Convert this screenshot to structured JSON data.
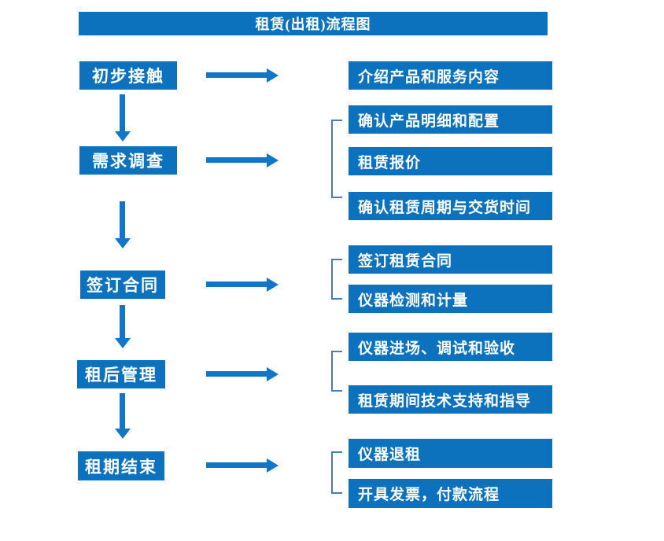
{
  "title": "租赁(出租)流程图",
  "colors": {
    "box_blue": "#0d72bd",
    "arrow_blue": "#1175c8",
    "bracket_blue": "#4a7cba",
    "text_white": "#ffffff",
    "background": "#ffffff"
  },
  "stages": [
    {
      "label": "初步接触",
      "outputs": [
        "介绍产品和服务内容"
      ]
    },
    {
      "label": "需求调查",
      "outputs": [
        "确认产品明细和配置",
        "租赁报价",
        "确认租赁周期与交货时间"
      ]
    },
    {
      "label": "签订合同",
      "outputs": [
        "签订租赁合同",
        "仪器检测和计量"
      ]
    },
    {
      "label": "租后管理",
      "outputs": [
        "仪器进场、调试和验收",
        "租赁期间技术支持和指导"
      ]
    },
    {
      "label": "租期结束",
      "outputs": [
        "仪器退租",
        "开具发票，付款流程"
      ]
    }
  ]
}
